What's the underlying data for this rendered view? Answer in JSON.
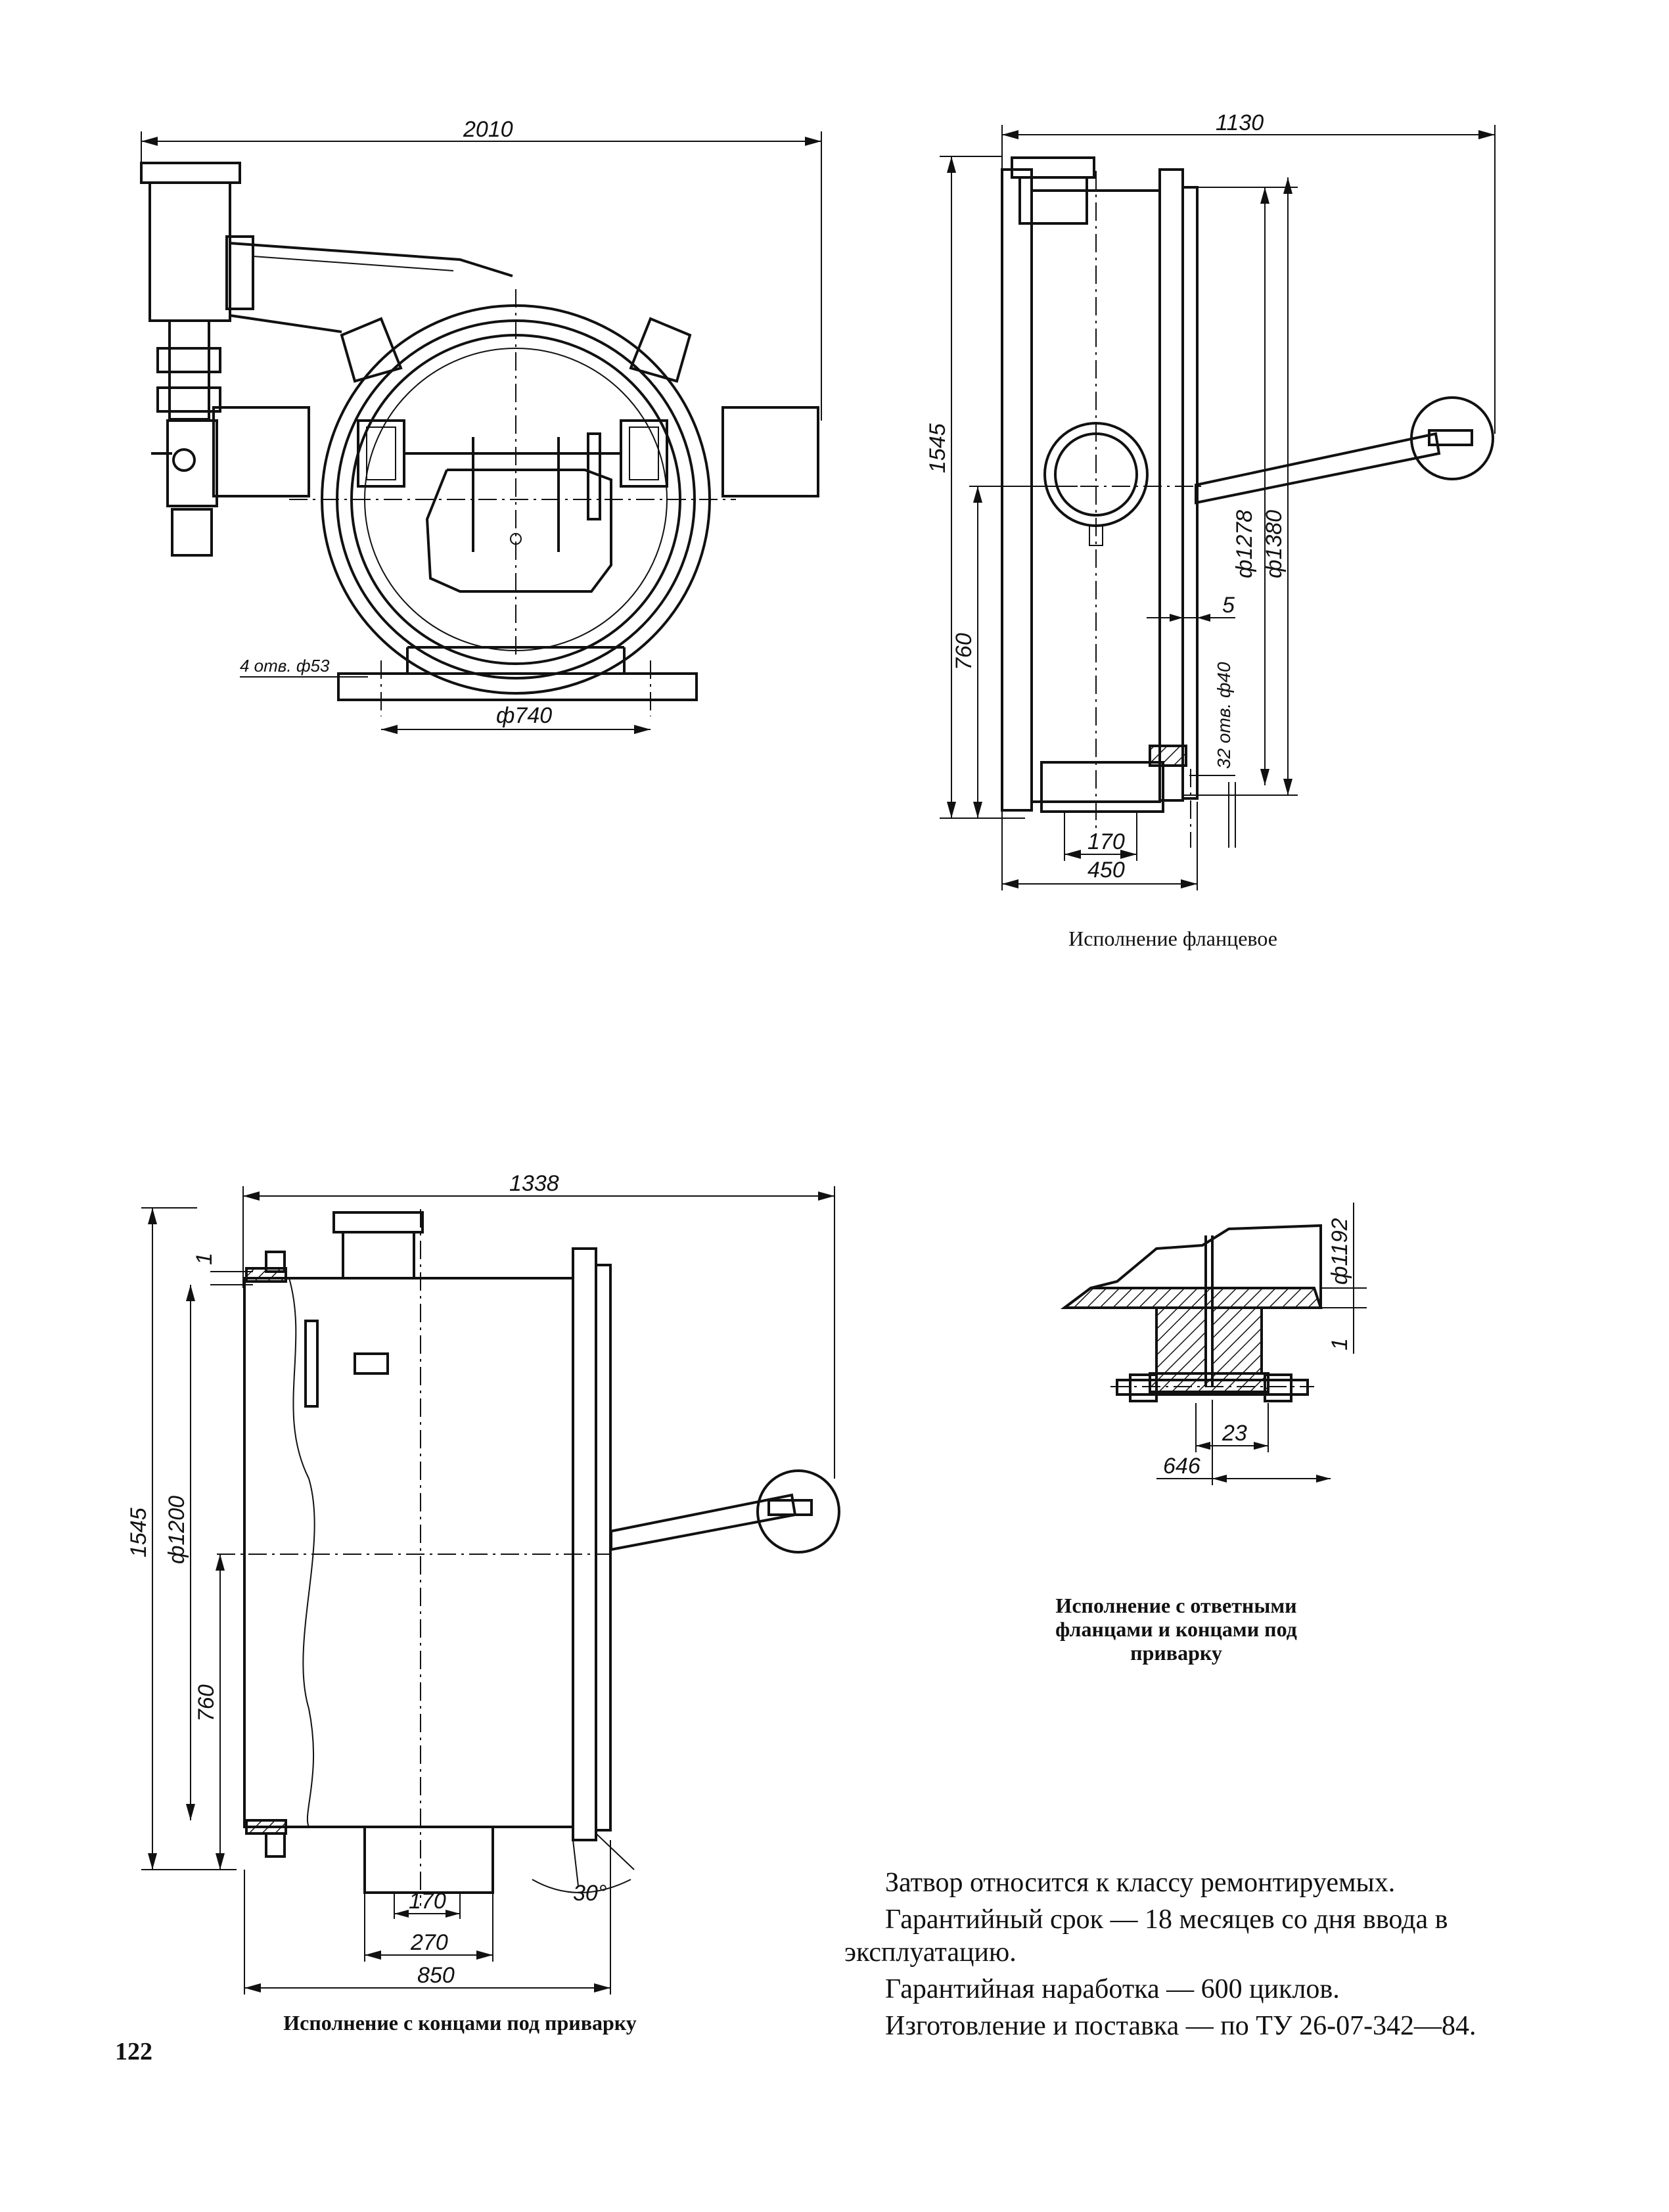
{
  "dimensions": {
    "top_left": {
      "overall_width": "2010",
      "holes": "4 отв. ф53",
      "base": "ф740"
    },
    "top_right": {
      "overall_width": "1130",
      "height": "1545",
      "center_height": "760",
      "dia_inner": "ф1278",
      "dia_outer": "ф1380",
      "gap": "5",
      "holes": "32 отв. ф40",
      "pipe": "170",
      "length": "450"
    },
    "bottom_left": {
      "overall_width": "1338",
      "height": "1545",
      "dia": "ф1200",
      "center_height": "760",
      "offset": "1",
      "pipe": "170",
      "pipe_outer": "270",
      "length": "850",
      "angle": "30°"
    },
    "detail": {
      "dia": "ф1192",
      "offset": "1",
      "gap": "23",
      "length": "646"
    }
  },
  "captions": {
    "flanged": "Исполнение фланцевое",
    "counter_flanges": "Исполнение с ответными фланцами и концами под приварку",
    "weld_ends": "Исполнение с концами под приварку"
  },
  "notes": [
    "Затвор относится к классу ремонтируемых.",
    "Гарантийный срок — 18 месяцев со дня ввода в эксплуатацию.",
    "Гарантийная наработка — 600 циклов.",
    "Изготовление и поставка — по ТУ 26-07-342—84."
  ],
  "page_number": "122"
}
